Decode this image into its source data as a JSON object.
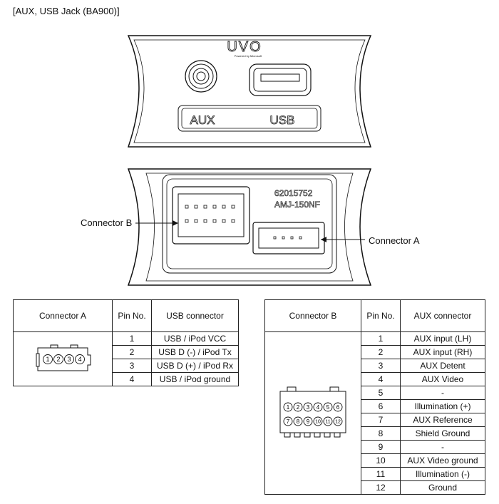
{
  "title": "[AUX, USB Jack (BA900)]",
  "front_panel": {
    "brand_logo": "UVO",
    "brand_sub": "Powered by Microsoft",
    "aux_label": "AUX",
    "usb_label": "USB"
  },
  "rear_panel": {
    "part_number": "62015752",
    "model_number": "AMJ-150NF",
    "callout_b": "Connector B",
    "callout_a": "Connector A"
  },
  "table_a": {
    "headers": [
      "Connector A",
      "Pin No.",
      "USB connector"
    ],
    "pin_numbers": [
      "1",
      "2",
      "3",
      "4"
    ],
    "rows": [
      {
        "pin": "1",
        "desc": "USB / iPod VCC"
      },
      {
        "pin": "2",
        "desc": "USB D (-) / iPod Tx"
      },
      {
        "pin": "3",
        "desc": "USB D (+) / iPod Rx"
      },
      {
        "pin": "4",
        "desc": "USB / iPod ground"
      }
    ]
  },
  "table_b": {
    "headers": [
      "Connector B",
      "Pin No.",
      "AUX connector"
    ],
    "pin_numbers_top": [
      "1",
      "2",
      "3",
      "4",
      "5",
      "6"
    ],
    "pin_numbers_bottom": [
      "7",
      "8",
      "9",
      "10",
      "11",
      "12"
    ],
    "rows": [
      {
        "pin": "1",
        "desc": "AUX input (LH)"
      },
      {
        "pin": "2",
        "desc": "AUX input (RH)"
      },
      {
        "pin": "3",
        "desc": "AUX Detent"
      },
      {
        "pin": "4",
        "desc": "AUX Video"
      },
      {
        "pin": "5",
        "desc": "-"
      },
      {
        "pin": "6",
        "desc": "Illumination (+)"
      },
      {
        "pin": "7",
        "desc": "AUX Reference"
      },
      {
        "pin": "8",
        "desc": "Shield Ground"
      },
      {
        "pin": "9",
        "desc": "-"
      },
      {
        "pin": "10",
        "desc": "AUX Video ground"
      },
      {
        "pin": "11",
        "desc": "Illumination (-)"
      },
      {
        "pin": "12",
        "desc": "Ground"
      }
    ]
  }
}
